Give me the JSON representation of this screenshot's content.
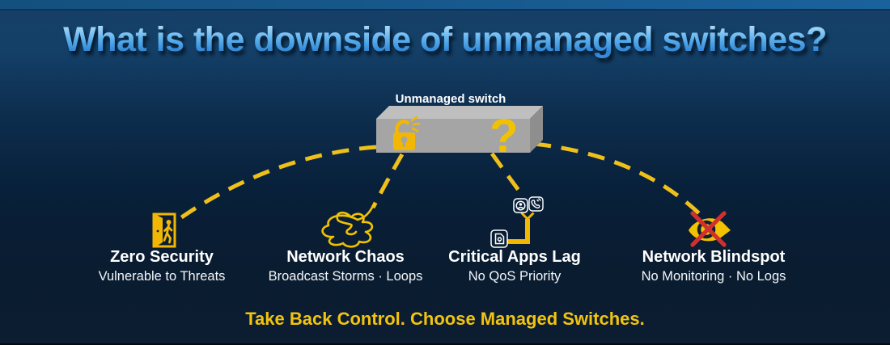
{
  "title": "What is the downside of unmanaged switches?",
  "switch": {
    "label": "Unmanaged switch",
    "question_glyph": "?"
  },
  "items": [
    {
      "heading": "Zero Security",
      "subtext": "Vulnerable to Threats",
      "icon": "intruder-door-icon"
    },
    {
      "heading": "Network Chaos",
      "subtext": "Broadcast Storms · Loops",
      "icon": "tangled-cable-icon"
    },
    {
      "heading": "Critical Apps Lag",
      "subtext": "No QoS Priority",
      "icon": "apps-lag-icon"
    },
    {
      "heading": "Network Blindspot",
      "subtext": "No Monitoring · No Logs",
      "icon": "crossed-eye-icon"
    }
  ],
  "tagline": "Take Back Control. Choose Managed Switches.",
  "colors": {
    "accent_yellow": "#f2c200",
    "dashed_line": "#f0c01a",
    "title_blue": "#4aa3e8",
    "switch_gray_front": "#a5a5a5",
    "switch_gray_top": "#bfbfbf",
    "cross_red": "#d22f2f",
    "text_white": "#ffffff",
    "background_top": "#175380",
    "background_bottom": "#0b1c2f"
  }
}
